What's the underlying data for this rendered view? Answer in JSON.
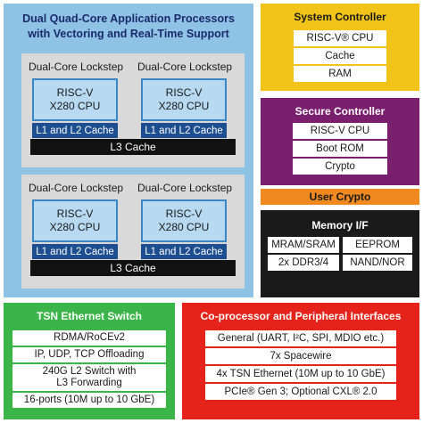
{
  "app_processors": {
    "title_line1": "Dual Quad-Core Application Processors",
    "title_line2": "with Vectoring and Real-Time Support",
    "clusters": [
      {
        "lockstep_labels": [
          "Dual-Core Lockstep",
          "Dual-Core Lockstep"
        ],
        "cores": [
          {
            "cpu_line1": "RISC-V",
            "cpu_line2": "X280 CPU",
            "cache": "L1 and L2 Cache"
          },
          {
            "cpu_line1": "RISC-V",
            "cpu_line2": "X280 CPU",
            "cache": "L1 and L2 Cache"
          }
        ],
        "l3": "L3 Cache"
      },
      {
        "lockstep_labels": [
          "Dual-Core Lockstep",
          "Dual-Core Lockstep"
        ],
        "cores": [
          {
            "cpu_line1": "RISC-V",
            "cpu_line2": "X280 CPU",
            "cache": "L1 and L2 Cache"
          },
          {
            "cpu_line1": "RISC-V",
            "cpu_line2": "X280 CPU",
            "cache": "L1 and L2 Cache"
          }
        ],
        "l3": "L3 Cache"
      }
    ]
  },
  "system_controller": {
    "title": "System Controller",
    "items": [
      "RISC-V® CPU",
      "Cache",
      "RAM"
    ]
  },
  "secure_controller": {
    "title": "Secure Controller",
    "items": [
      "RISC-V CPU",
      "Boot ROM",
      "Crypto"
    ]
  },
  "user_crypto": {
    "title": "User Crypto"
  },
  "memory_if": {
    "title": "Memory I/F",
    "items": [
      "MRAM/SRAM",
      "EEPROM",
      "2x DDR3/4",
      "NAND/NOR"
    ]
  },
  "tsn_switch": {
    "title": "TSN Ethernet Switch",
    "items": [
      "RDMA/RoCEv2",
      "IP, UDP, TCP Offloading",
      "240G L2 Switch with",
      "L3 Forwarding",
      "16-ports (10M up to 10 GbE)"
    ]
  },
  "coprocessor": {
    "title": "Co-processor and Peripheral Interfaces",
    "items": [
      "General (UART, I²C, SPI, MDIO etc.)",
      "7x Spacewire",
      "4x TSN Ethernet (10M up to 10 GbE)",
      "PCIe® Gen 3; Optional CXL® 2.0"
    ]
  },
  "colors": {
    "app_bg": "#8fc3e6",
    "system_bg": "#f2c318",
    "secure_bg": "#7a1e6e",
    "crypto_bg": "#f08a20",
    "memory_bg": "#1a1a1a",
    "tsn_bg": "#3bb54a",
    "coprocessor_bg": "#e5231b"
  }
}
